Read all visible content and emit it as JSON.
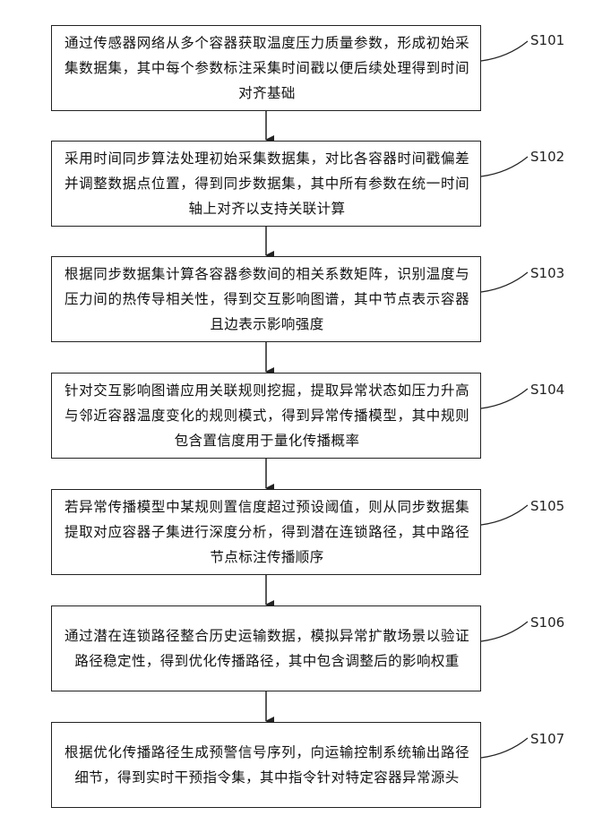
{
  "steps": [
    {
      "id": "S101",
      "text": "通过传感器网络从多个容器获取温度压力质量参数，形成初始采集数据集，其中每个参数标注采集时间戳以便后续处理得到时间对齐基础"
    },
    {
      "id": "S102",
      "text": "采用时间同步算法处理初始采集数据集，对比各容器时间戳偏差并调整数据点位置，得到同步数据集，其中所有参数在统一时间轴上对齐以支持关联计算"
    },
    {
      "id": "S103",
      "text": "根据同步数据集计算各容器参数间的相关系数矩阵，识别温度与压力间的热传导相关性，得到交互影响图谱，其中节点表示容器且边表示影响强度"
    },
    {
      "id": "S104",
      "text": "针对交互影响图谱应用关联规则挖掘，提取异常状态如压力升高与邻近容器温度变化的规则模式，得到异常传播模型，其中规则包含置信度用于量化传播概率"
    },
    {
      "id": "S105",
      "text": "若异常传播模型中某规则置信度超过预设阈值，则从同步数据集提取对应容器子集进行深度分析，得到潜在连锁路径，其中路径节点标注传播顺序"
    },
    {
      "id": "S106",
      "text": "通过潜在连锁路径整合历史运输数据，模拟异常扩散场景以验证路径稳定性，得到优化传播路径，其中包含调整后的影响权重"
    },
    {
      "id": "S107",
      "text": "根据优化传播路径生成预警信号序列，向运输控制系统输出路径细节，得到实时干预指令集，其中指令针对特定容器异常源头"
    }
  ]
}
